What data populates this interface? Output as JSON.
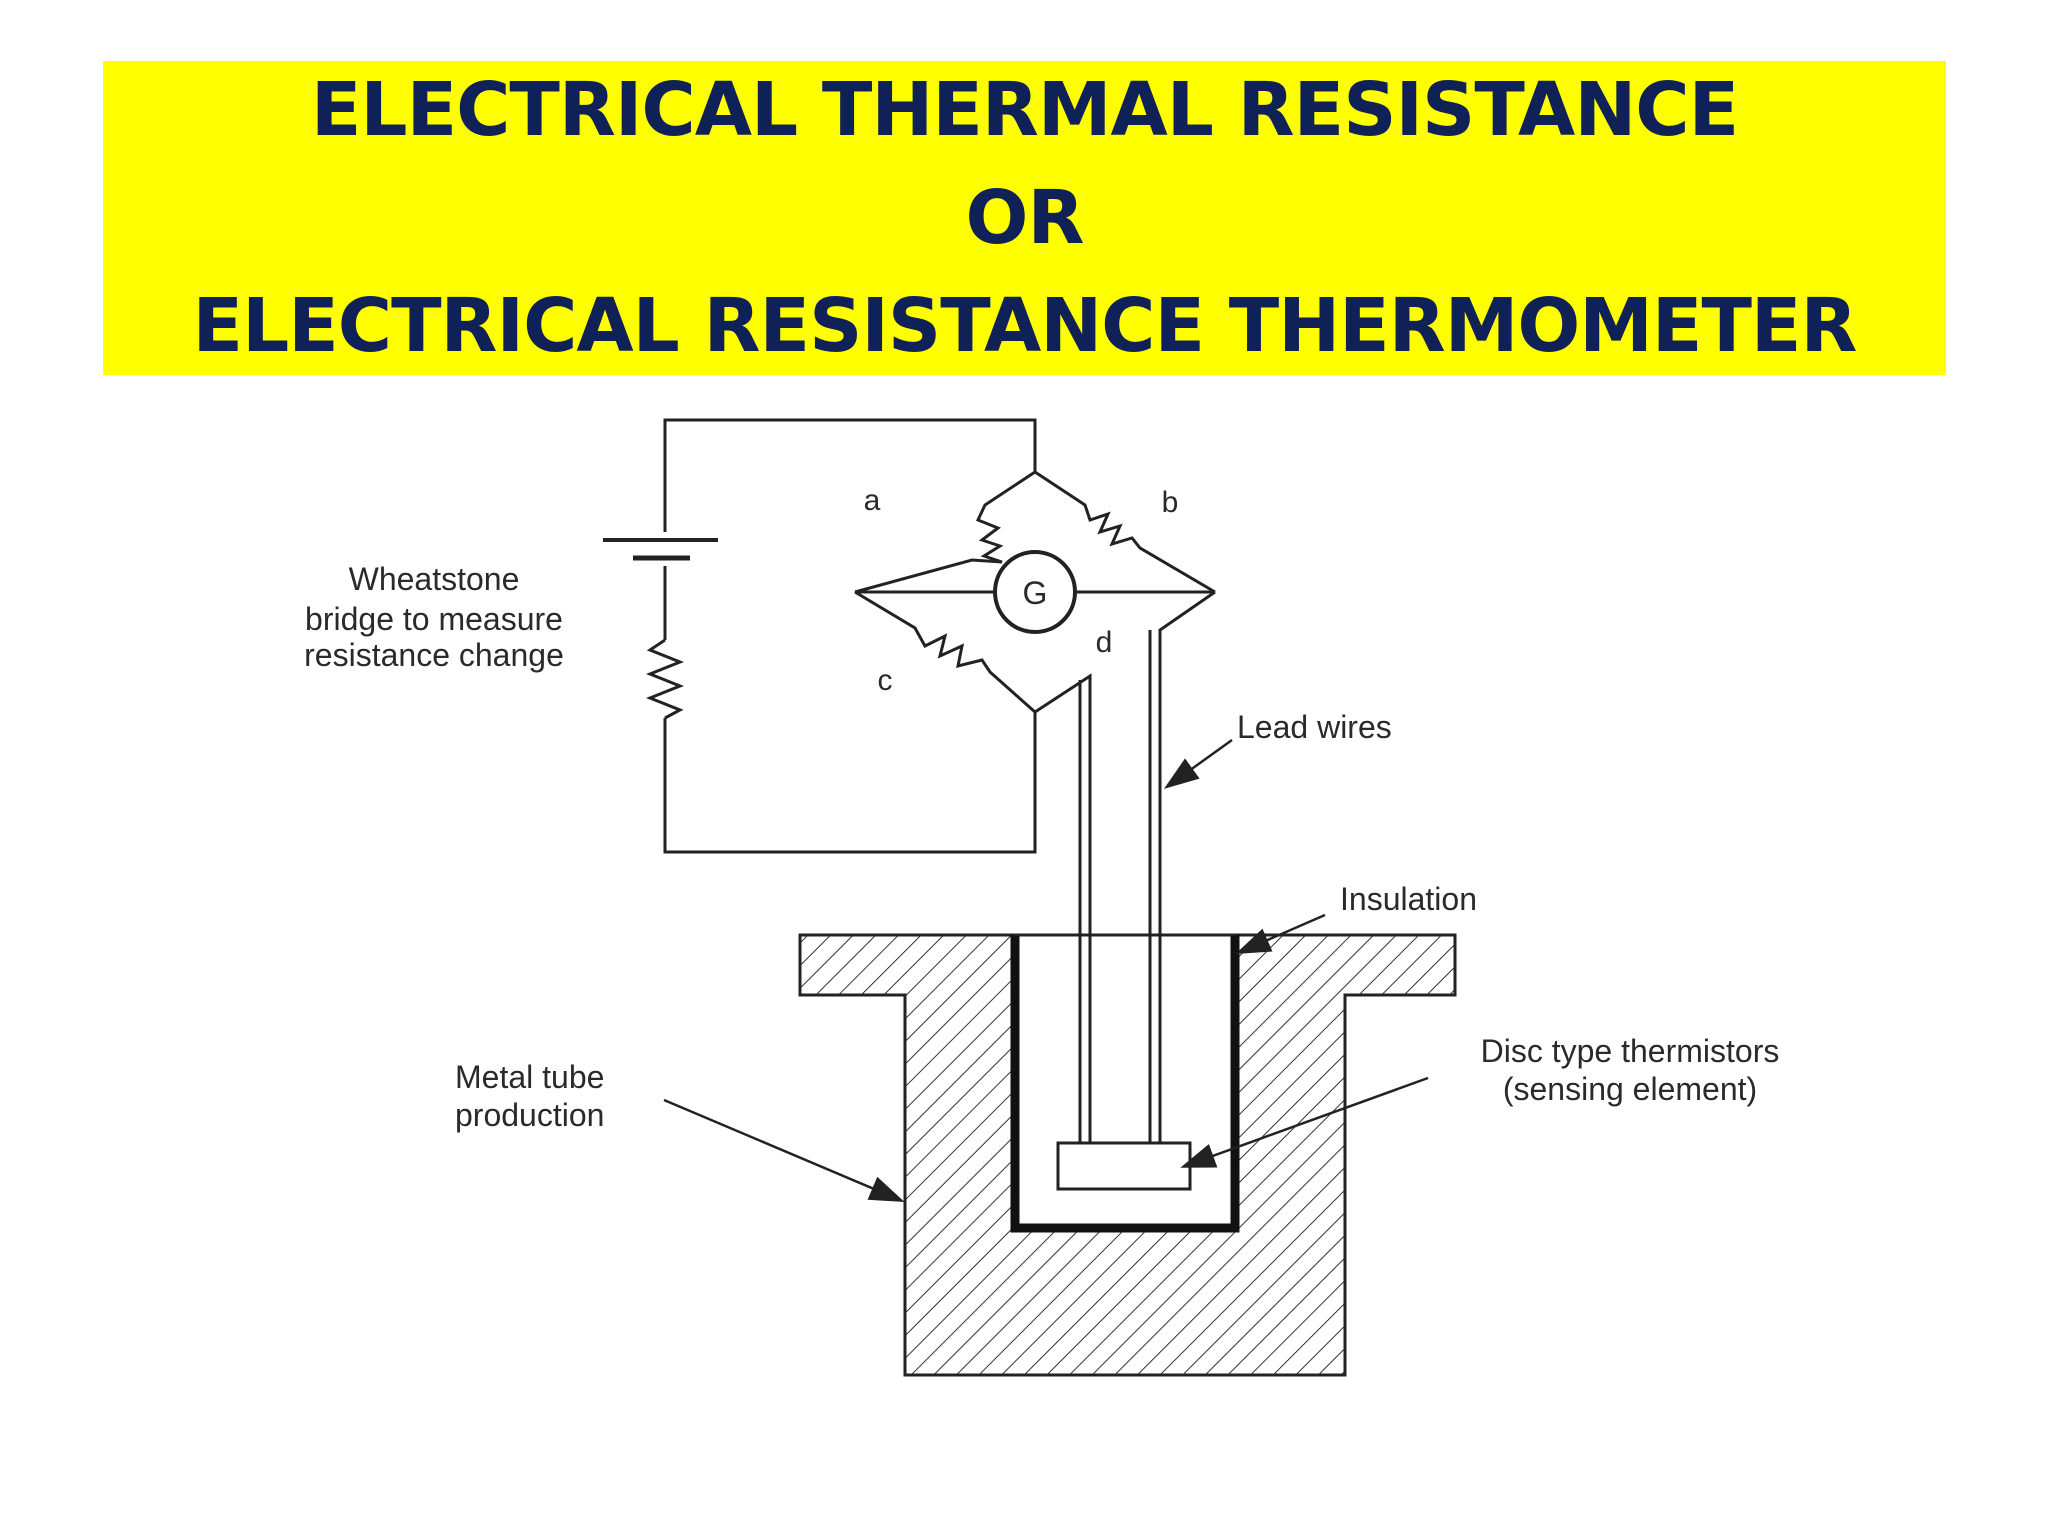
{
  "slide": {
    "title_lines": [
      "ELECTRICAL THERMAL RESISTANCE",
      "OR",
      "ELECTRICAL RESISTANCE THERMOMETER"
    ],
    "title_bg_color": "#ffff00",
    "title_text_color": "#0f2156"
  },
  "diagram": {
    "labels": {
      "bridge_line1": "Wheatstone",
      "bridge_line2": "bridge to measure",
      "bridge_line3": "resistance change",
      "resistor_a": "a",
      "resistor_b": "b",
      "resistor_c": "c",
      "node_d": "d",
      "galvanometer": "G",
      "lead_wires": "Lead wires",
      "insulation": "Insulation",
      "thermistor_line1": "Disc type thermistors",
      "thermistor_line2": "(sensing element)",
      "metal_tube_line1": "Metal tube",
      "metal_tube_line2": "production"
    }
  }
}
